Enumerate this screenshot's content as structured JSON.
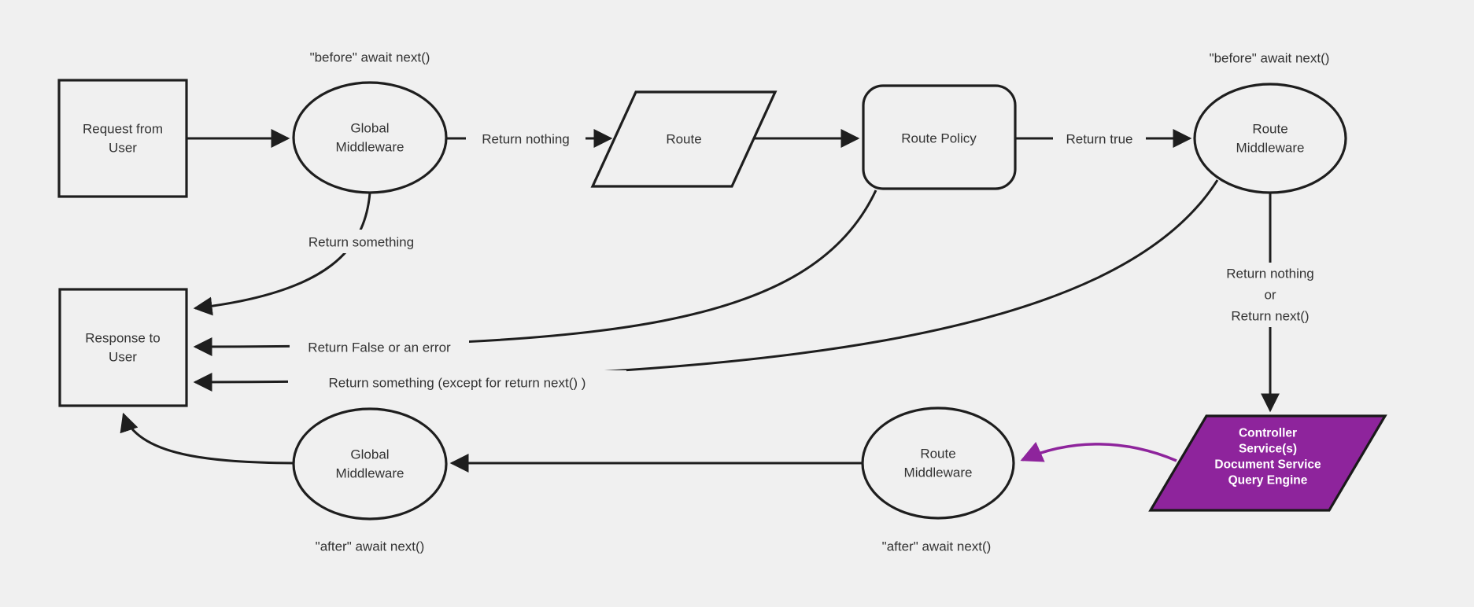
{
  "diagram": {
    "type": "flowchart",
    "colors": {
      "background": "#f0f0f0",
      "line": "#1e1e1e",
      "text": "#333333",
      "accent_purple_fill": "#8e249c",
      "accent_purple_arrow": "#8e249c",
      "controller_text": "#ffffff"
    },
    "nodes": {
      "request": {
        "shape": "rect",
        "lines": [
          "Request from",
          "User"
        ]
      },
      "global_middleware_top": {
        "shape": "ellipse",
        "lines": [
          "Global",
          "Middleware"
        ]
      },
      "route": {
        "shape": "parallelogram",
        "label": "Route"
      },
      "route_policy": {
        "shape": "rounded-rect",
        "label": "Route Policy"
      },
      "route_middleware_top": {
        "shape": "ellipse",
        "lines": [
          "Route",
          "Middleware"
        ]
      },
      "response": {
        "shape": "rect",
        "lines": [
          "Response to",
          "User"
        ]
      },
      "global_middleware_bottom": {
        "shape": "ellipse",
        "lines": [
          "Global",
          "Middleware"
        ]
      },
      "route_middleware_bottom": {
        "shape": "ellipse",
        "lines": [
          "Route",
          "Middleware"
        ]
      },
      "controller": {
        "shape": "parallelogram",
        "lines": [
          "Controller",
          "Service(s)",
          "Document Service",
          "Query Engine"
        ]
      }
    },
    "edge_labels": {
      "return_nothing": "Return nothing",
      "return_true": "Return true",
      "return_something": "Return something",
      "return_false": "Return False or an error",
      "return_something_except": "Return something (except for return next() )",
      "return_nothing_or": [
        "Return nothing",
        "or",
        "Return next()"
      ]
    },
    "annotations": {
      "before_await_left": "\"before\" await next()",
      "before_await_right": "\"before\" await next()",
      "after_await_left": "\"after\" await next()",
      "after_await_right": "\"after\" await next()"
    }
  }
}
